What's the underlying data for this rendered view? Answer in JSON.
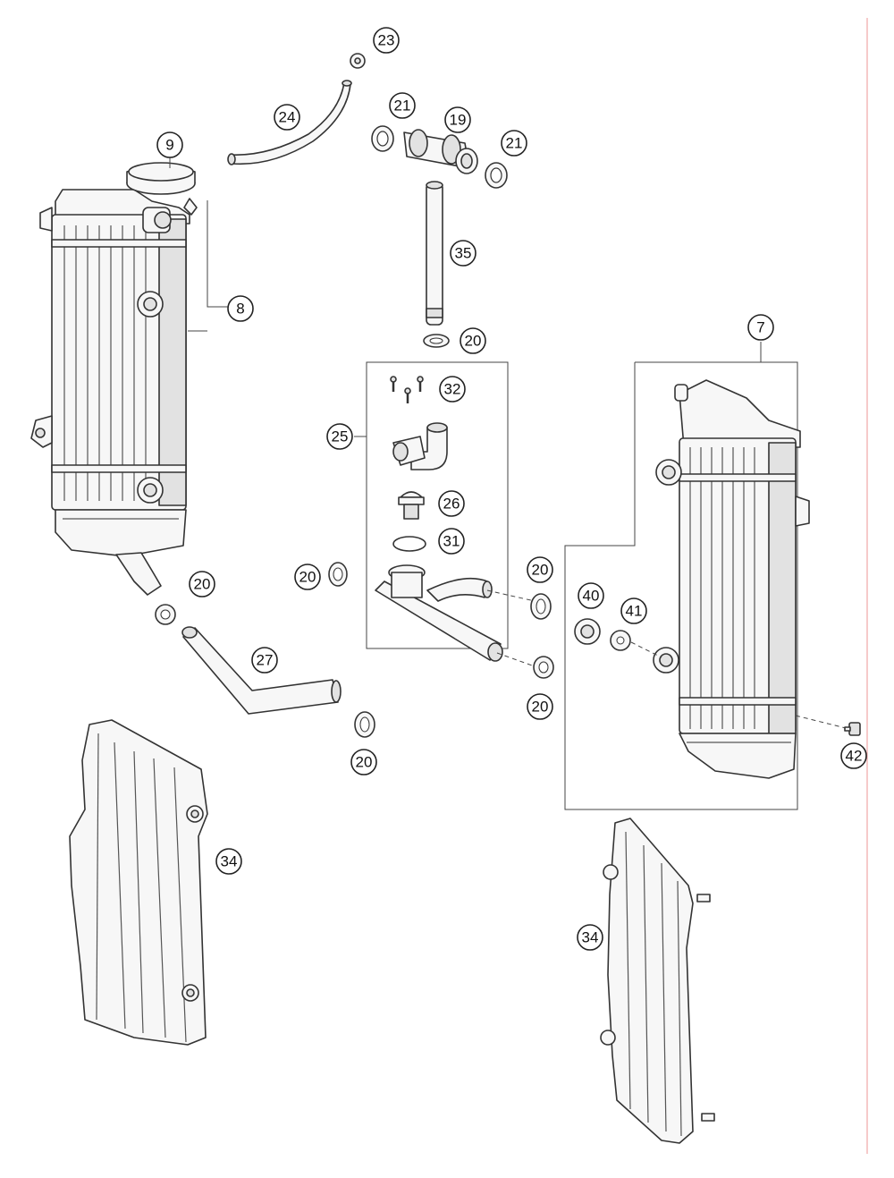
{
  "labels": {
    "radiator_left": "8",
    "radiator_cap": "9",
    "breather_hose": "24",
    "hose_fitting_small": "23",
    "clamp_top_left": "21",
    "clamp_top_right": "21",
    "connector": "19",
    "pipe": "35",
    "clamp_pipe": "20",
    "thermostat_group": "25",
    "screws": "32",
    "thermostat": "26",
    "o_ring": "31",
    "clamp_group_left": "20",
    "clamp_group_right_top": "20",
    "clamp_group_right_bottom": "20",
    "clamp_radiator_left": "20",
    "hose_lower": "27",
    "clamp_hose_lower": "20",
    "radiator_right": "7",
    "grommet": "40",
    "washer": "41",
    "bolt": "42",
    "guard_left": "34",
    "guard_right": "34"
  }
}
